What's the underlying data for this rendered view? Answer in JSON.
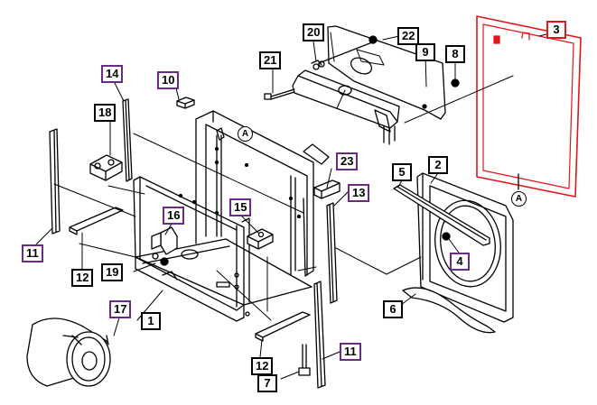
{
  "callouts": {
    "c1": "1",
    "c2": "2",
    "c3": "3",
    "c4": "4",
    "c5": "5",
    "c6": "6",
    "c7": "7",
    "c8": "8",
    "c9": "9",
    "c10": "10",
    "c11a": "11",
    "c11b": "11",
    "c12a": "12",
    "c12b": "12",
    "c13": "13",
    "c14": "14",
    "c15": "15",
    "c16": "16",
    "c17": "17",
    "c18": "18",
    "c19": "19",
    "c20": "20",
    "c21": "21",
    "c22": "22",
    "c23": "23"
  },
  "refs": {
    "a1": "A",
    "a2": "A"
  },
  "colors": {
    "line": "#000000",
    "purple": "#6a2a86",
    "red": "#e0161a"
  }
}
